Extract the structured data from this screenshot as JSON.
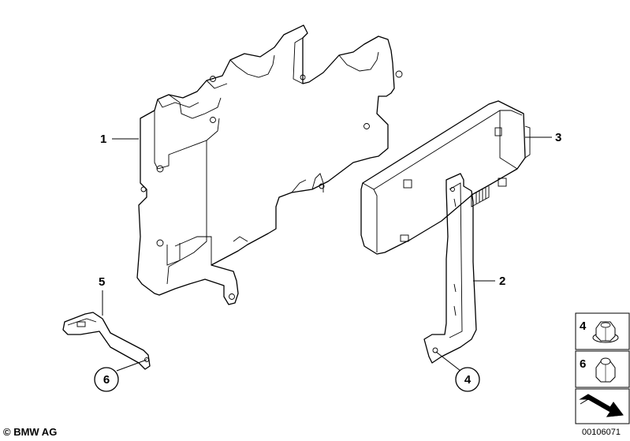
{
  "callouts": {
    "c1": "1",
    "c2": "2",
    "c3": "3",
    "c4_main": "4",
    "c5": "5",
    "c6_main": "6",
    "c4_side": "4",
    "c6_side": "6"
  },
  "footer": {
    "copyright": "© BMW AG",
    "doc_number": "00106071"
  },
  "icons": [
    "hex-flange-nut-icon",
    "cap-nut-icon",
    "arrow-icon"
  ]
}
